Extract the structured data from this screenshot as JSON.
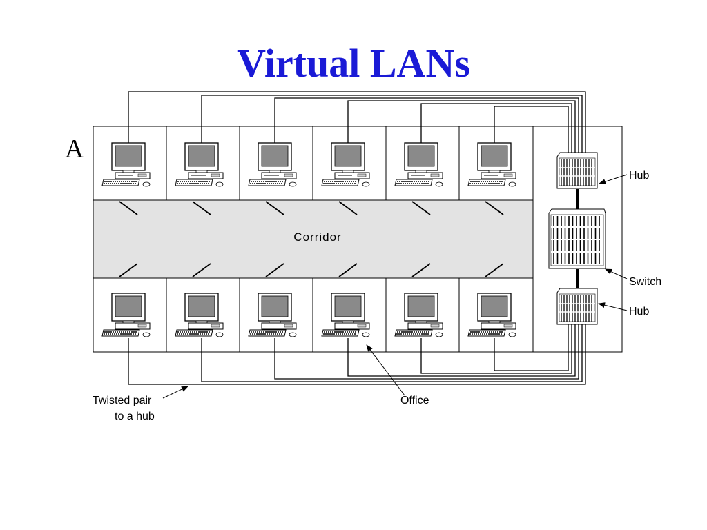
{
  "slide": {
    "title": "Virtual LANs"
  },
  "diagram": {
    "marker": "A",
    "corridor_label": "Corridor",
    "labels": {
      "hub_top": "Hub",
      "switch": "Switch",
      "hub_bottom": "Hub",
      "office": "Office",
      "twisted_pair_line1": "Twisted pair",
      "twisted_pair_line2": "to a hub"
    },
    "icons": {
      "workstation": "computer-workstation-icon",
      "hub": "hub-device-icon",
      "switch": "switch-device-icon"
    },
    "colors": {
      "title": "#1a1ad6",
      "corridor": "#e3e3e3",
      "screen": "#8a8a8a"
    }
  }
}
